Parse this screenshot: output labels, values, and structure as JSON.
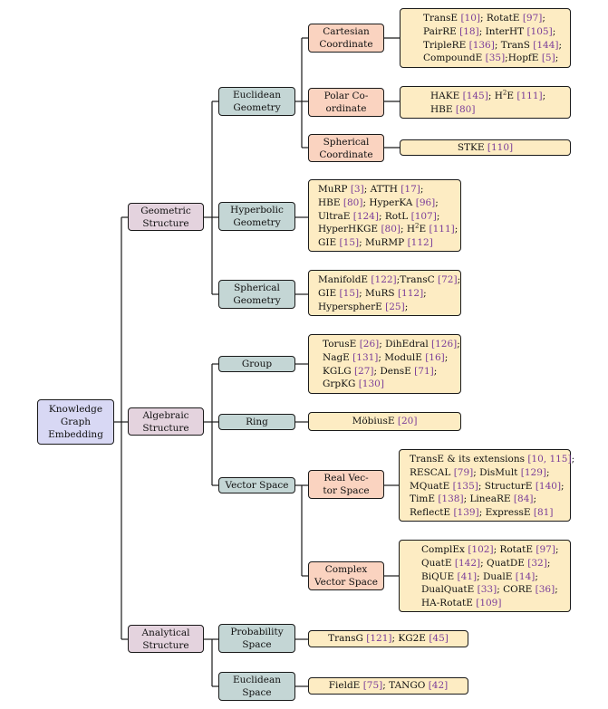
{
  "root": {
    "lines": [
      "Knowledge",
      "Graph",
      "Embedding"
    ]
  },
  "geometric": {
    "lines": [
      "Geometric",
      "Structure"
    ]
  },
  "algebraic": {
    "lines": [
      "Algebraic",
      "Structure"
    ]
  },
  "analytical": {
    "lines": [
      "Analytical",
      "Structure"
    ]
  },
  "euclidean": {
    "lines": [
      "Euclidean",
      "Geometry"
    ]
  },
  "hyperbolic": {
    "lines": [
      "Hyperbolic",
      "Geometry"
    ]
  },
  "spherical": {
    "lines": [
      "Spherical",
      "Geometry"
    ]
  },
  "cartesian": {
    "lines": [
      "Cartesian",
      "Coordinate"
    ]
  },
  "polar": {
    "lines": [
      "Polar Co-",
      "ordinate"
    ]
  },
  "spherical_coord": {
    "lines": [
      "Spherical",
      "Coordinate"
    ]
  },
  "group": {
    "lines": [
      "Group"
    ]
  },
  "ring": {
    "lines": [
      "Ring"
    ]
  },
  "vector_space": {
    "lines": [
      "Vector Space"
    ]
  },
  "real_vs": {
    "lines": [
      "Real Vec-",
      "tor Space"
    ]
  },
  "complex_vs": {
    "lines": [
      "Complex",
      "Vector Space"
    ]
  },
  "probability": {
    "lines": [
      "Probability",
      "Space"
    ]
  },
  "euclidean_space": {
    "lines": [
      "Euclidean",
      "Space"
    ]
  },
  "leaf_cartesian": {
    "lines": [
      [
        [
          "TransE ",
          ""
        ],
        [
          "[10]",
          "ref"
        ],
        [
          "; RotatE ",
          ""
        ],
        [
          "[97]",
          "ref"
        ],
        [
          ";",
          ""
        ]
      ],
      [
        [
          "PairRE ",
          ""
        ],
        [
          "[18]",
          "ref"
        ],
        [
          "; InterHT ",
          ""
        ],
        [
          "[105]",
          "ref"
        ],
        [
          ";",
          ""
        ]
      ],
      [
        [
          "TripleRE ",
          ""
        ],
        [
          "[136]",
          "ref"
        ],
        [
          "; TranS ",
          ""
        ],
        [
          "[144]",
          "ref"
        ],
        [
          ";",
          ""
        ]
      ],
      [
        [
          "CompoundE ",
          ""
        ],
        [
          "[35]",
          "ref"
        ],
        [
          ";HopfE ",
          ""
        ],
        [
          "[5]",
          "ref"
        ],
        [
          ";",
          ""
        ]
      ]
    ]
  },
  "leaf_polar": {
    "lines": [
      [
        [
          "HAKE ",
          ""
        ],
        [
          "[145]",
          "ref"
        ],
        [
          "; H",
          ""
        ],
        [
          "2",
          "sup"
        ],
        [
          "E ",
          ""
        ],
        [
          "[111]",
          "ref"
        ],
        [
          ";",
          ""
        ]
      ],
      [
        [
          "HBE ",
          ""
        ],
        [
          "[80]",
          "ref"
        ]
      ]
    ]
  },
  "leaf_spherical_coord": {
    "lines": [
      [
        [
          "STKE ",
          ""
        ],
        [
          "[110]",
          "ref"
        ]
      ]
    ]
  },
  "leaf_hyperbolic": {
    "lines": [
      [
        [
          "MuRP ",
          ""
        ],
        [
          "[3]",
          "ref"
        ],
        [
          "; ATTH ",
          ""
        ],
        [
          "[17]",
          "ref"
        ],
        [
          ";",
          ""
        ]
      ],
      [
        [
          "HBE ",
          ""
        ],
        [
          "[80]",
          "ref"
        ],
        [
          "; HyperKA ",
          ""
        ],
        [
          "[96]",
          "ref"
        ],
        [
          ";",
          ""
        ]
      ],
      [
        [
          "UltraE ",
          ""
        ],
        [
          "[124]",
          "ref"
        ],
        [
          "; RotL ",
          ""
        ],
        [
          "[107]",
          "ref"
        ],
        [
          ";",
          ""
        ]
      ],
      [
        [
          "HyperHKGE ",
          ""
        ],
        [
          "[80]",
          "ref"
        ],
        [
          "; H",
          ""
        ],
        [
          "2",
          "sup"
        ],
        [
          "E ",
          ""
        ],
        [
          "[111]",
          "ref"
        ],
        [
          ";",
          ""
        ]
      ],
      [
        [
          "GIE ",
          ""
        ],
        [
          "[15]",
          "ref"
        ],
        [
          "; MuRMP ",
          ""
        ],
        [
          "[112]",
          "ref"
        ]
      ]
    ]
  },
  "leaf_spherical": {
    "lines": [
      [
        [
          "ManifoldE ",
          ""
        ],
        [
          "[122]",
          "ref"
        ],
        [
          ";TransC ",
          ""
        ],
        [
          "[72]",
          "ref"
        ],
        [
          ";",
          ""
        ]
      ],
      [
        [
          "GIE ",
          ""
        ],
        [
          "[15]",
          "ref"
        ],
        [
          "; MuRS ",
          ""
        ],
        [
          "[112]",
          "ref"
        ],
        [
          ";",
          ""
        ]
      ],
      [
        [
          "HyperspherE ",
          ""
        ],
        [
          "[25]",
          "ref"
        ],
        [
          ";",
          ""
        ]
      ]
    ]
  },
  "leaf_group": {
    "lines": [
      [
        [
          "TorusE ",
          ""
        ],
        [
          "[26]",
          "ref"
        ],
        [
          "; DihEdral ",
          ""
        ],
        [
          "[126]",
          "ref"
        ],
        [
          ";",
          ""
        ]
      ],
      [
        [
          "NagE ",
          ""
        ],
        [
          "[131]",
          "ref"
        ],
        [
          "; ModulE ",
          ""
        ],
        [
          "[16]",
          "ref"
        ],
        [
          ";",
          ""
        ]
      ],
      [
        [
          "KGLG ",
          ""
        ],
        [
          "[27]",
          "ref"
        ],
        [
          "; DensE ",
          ""
        ],
        [
          "[71]",
          "ref"
        ],
        [
          ";",
          ""
        ]
      ],
      [
        [
          "GrpKG ",
          ""
        ],
        [
          "[130]",
          "ref"
        ]
      ]
    ]
  },
  "leaf_ring": {
    "lines": [
      [
        [
          "MöbiusE ",
          ""
        ],
        [
          "[20]",
          "ref"
        ]
      ]
    ]
  },
  "leaf_real": {
    "lines": [
      [
        [
          "TransE & its extensions ",
          ""
        ],
        [
          "[10, 115]",
          "ref"
        ],
        [
          ";",
          ""
        ]
      ],
      [
        [
          "RESCAL ",
          ""
        ],
        [
          "[79]",
          "ref"
        ],
        [
          "; DisMult ",
          ""
        ],
        [
          "[129]",
          "ref"
        ],
        [
          ";",
          ""
        ]
      ],
      [
        [
          "MQuatE ",
          ""
        ],
        [
          "[135]",
          "ref"
        ],
        [
          "; StructurE ",
          ""
        ],
        [
          "[140]",
          "ref"
        ],
        [
          ";",
          ""
        ]
      ],
      [
        [
          "TimE ",
          ""
        ],
        [
          "[138]",
          "ref"
        ],
        [
          "; LineaRE ",
          ""
        ],
        [
          "[84]",
          "ref"
        ],
        [
          ";",
          ""
        ]
      ],
      [
        [
          "ReflectE ",
          ""
        ],
        [
          "[139]",
          "ref"
        ],
        [
          "; ExpressE ",
          ""
        ],
        [
          "[81]",
          "ref"
        ]
      ]
    ]
  },
  "leaf_complex": {
    "lines": [
      [
        [
          "ComplEx ",
          ""
        ],
        [
          "[102]",
          "ref"
        ],
        [
          "; RotatE ",
          ""
        ],
        [
          "[97]",
          "ref"
        ],
        [
          ";",
          ""
        ]
      ],
      [
        [
          "QuatE ",
          ""
        ],
        [
          "[142]",
          "ref"
        ],
        [
          "; QuatDE ",
          ""
        ],
        [
          "[32]",
          "ref"
        ],
        [
          ";",
          ""
        ]
      ],
      [
        [
          "BiQUE ",
          ""
        ],
        [
          "[41]",
          "ref"
        ],
        [
          "; DualE ",
          ""
        ],
        [
          "[14]",
          "ref"
        ],
        [
          ";",
          ""
        ]
      ],
      [
        [
          "DualQuatE ",
          ""
        ],
        [
          "[33]",
          "ref"
        ],
        [
          "; CORE ",
          ""
        ],
        [
          "[36]",
          "ref"
        ],
        [
          ";",
          ""
        ]
      ],
      [
        [
          "HA-RotatE ",
          ""
        ],
        [
          "[109]",
          "ref"
        ]
      ]
    ]
  },
  "leaf_probability": {
    "lines": [
      [
        [
          "TransG ",
          ""
        ],
        [
          "[121]",
          "ref"
        ],
        [
          "; KG2E ",
          ""
        ],
        [
          "[45]",
          "ref"
        ]
      ]
    ]
  },
  "leaf_euclidean_space": {
    "lines": [
      [
        [
          "FieldE ",
          ""
        ],
        [
          "[75]",
          "ref"
        ],
        [
          "; TANGO ",
          ""
        ],
        [
          "[42]",
          "ref"
        ]
      ]
    ]
  },
  "colors": {
    "root": "#d8d8f4",
    "level1": "#e4d3de",
    "level2": "#c4d6d5",
    "level3": "#fad3c0",
    "leaf": "#fdecc3",
    "citation": "#7a3c99"
  }
}
